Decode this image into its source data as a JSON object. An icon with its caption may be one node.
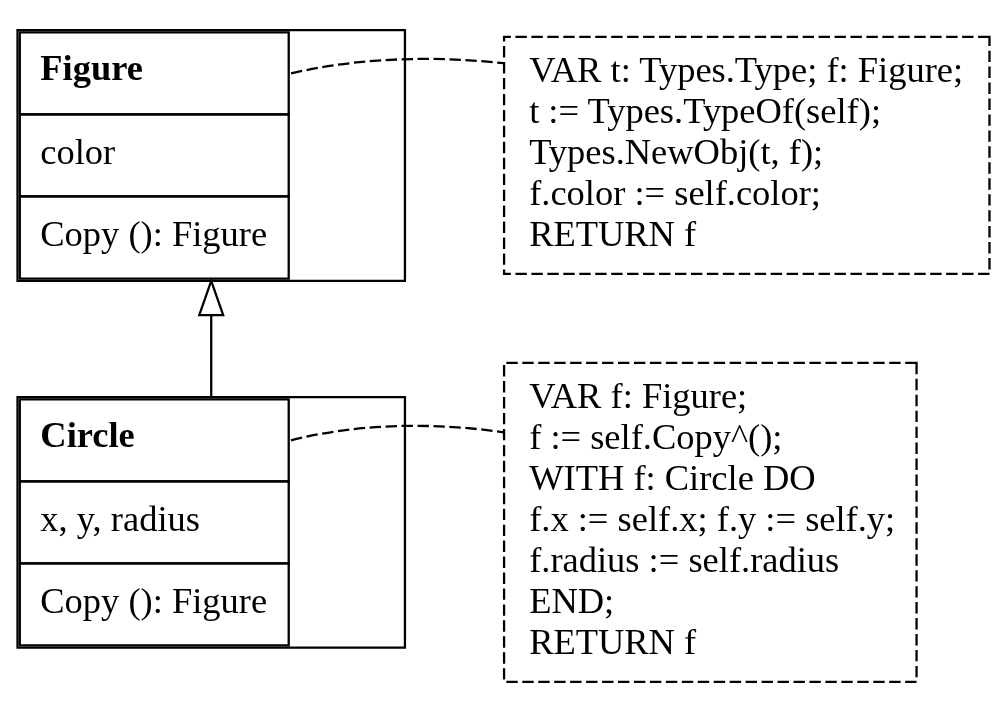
{
  "diagram": {
    "nodes": [
      {
        "text": [
          "Figure",
          "color",
          "Copy (): Figure"
        ]
      },
      {
        "text": [
          "VAR t: Types.Type; f: Figure;",
          "t := Types.TypeOf(self);",
          "Types.NewObj(t, f);",
          "f.color := self.color;",
          "RETURN f"
        ]
      },
      {
        "text": [
          "Circle",
          "x, y, radius",
          "Copy (): Figure"
        ]
      },
      {
        "text": [
          "VAR f: Figure;",
          "f := self.Copy^();",
          "WITH f: Circle DO",
          "f.x := self.x; f.y := self.y;",
          "f.radius := self.radius",
          "END;",
          "RETURN f"
        ]
      }
    ],
    "edges": [
      {
        "from": 2,
        "to": 0,
        "arrow": "to"
      },
      {
        "from": 0,
        "to": 1,
        "arrow": "none",
        "style": "dashed"
      },
      {
        "from": 2,
        "to": 3,
        "arrow": "none",
        "style": "dashed"
      }
    ]
  }
}
